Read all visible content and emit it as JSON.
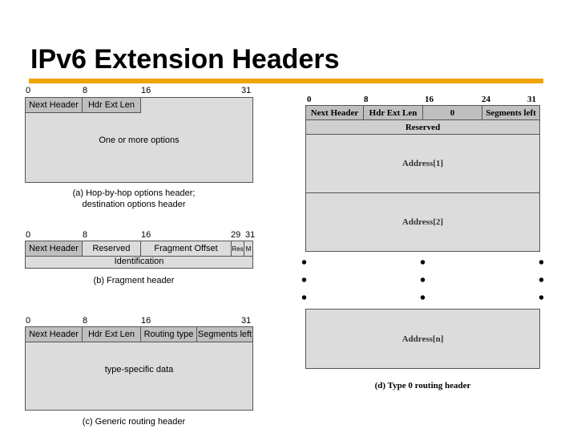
{
  "title": "IPv6 Extension Headers",
  "colors": {
    "rule": "#f0a400",
    "header_fill": "#bfbfbf",
    "body_fill": "#dcdcdc"
  },
  "diagram_a": {
    "bits": [
      "0",
      "8",
      "16",
      "31"
    ],
    "fields": [
      "Next Header",
      "Hdr Ext Len"
    ],
    "body": "One or more options",
    "caption_line1": "(a) Hop-by-hop options header;",
    "caption_line2": "destination options header"
  },
  "diagram_b": {
    "bits": [
      "0",
      "8",
      "16",
      "29",
      "31"
    ],
    "fields": [
      "Next Header",
      "Reserved",
      "Fragment Offset",
      "Res",
      "M"
    ],
    "row2": "Identification",
    "caption": "(b) Fragment header"
  },
  "diagram_c": {
    "bits": [
      "0",
      "8",
      "16",
      "31"
    ],
    "fields": [
      "Next Header",
      "Hdr Ext Len",
      "Routing type",
      "Segments left"
    ],
    "body": "type-specific data",
    "caption": "(c) Generic routing header"
  },
  "diagram_d": {
    "bits": [
      "0",
      "8",
      "16",
      "24",
      "31"
    ],
    "fields": [
      "Next Header",
      "Hdr Ext Len",
      "0",
      "Segments left"
    ],
    "reserved": "Reserved",
    "address1": "Address[1]",
    "address2": "Address[2]",
    "addressn": "Address[n]",
    "ellipsis": "•",
    "caption": "(d) Type 0 routing header"
  }
}
